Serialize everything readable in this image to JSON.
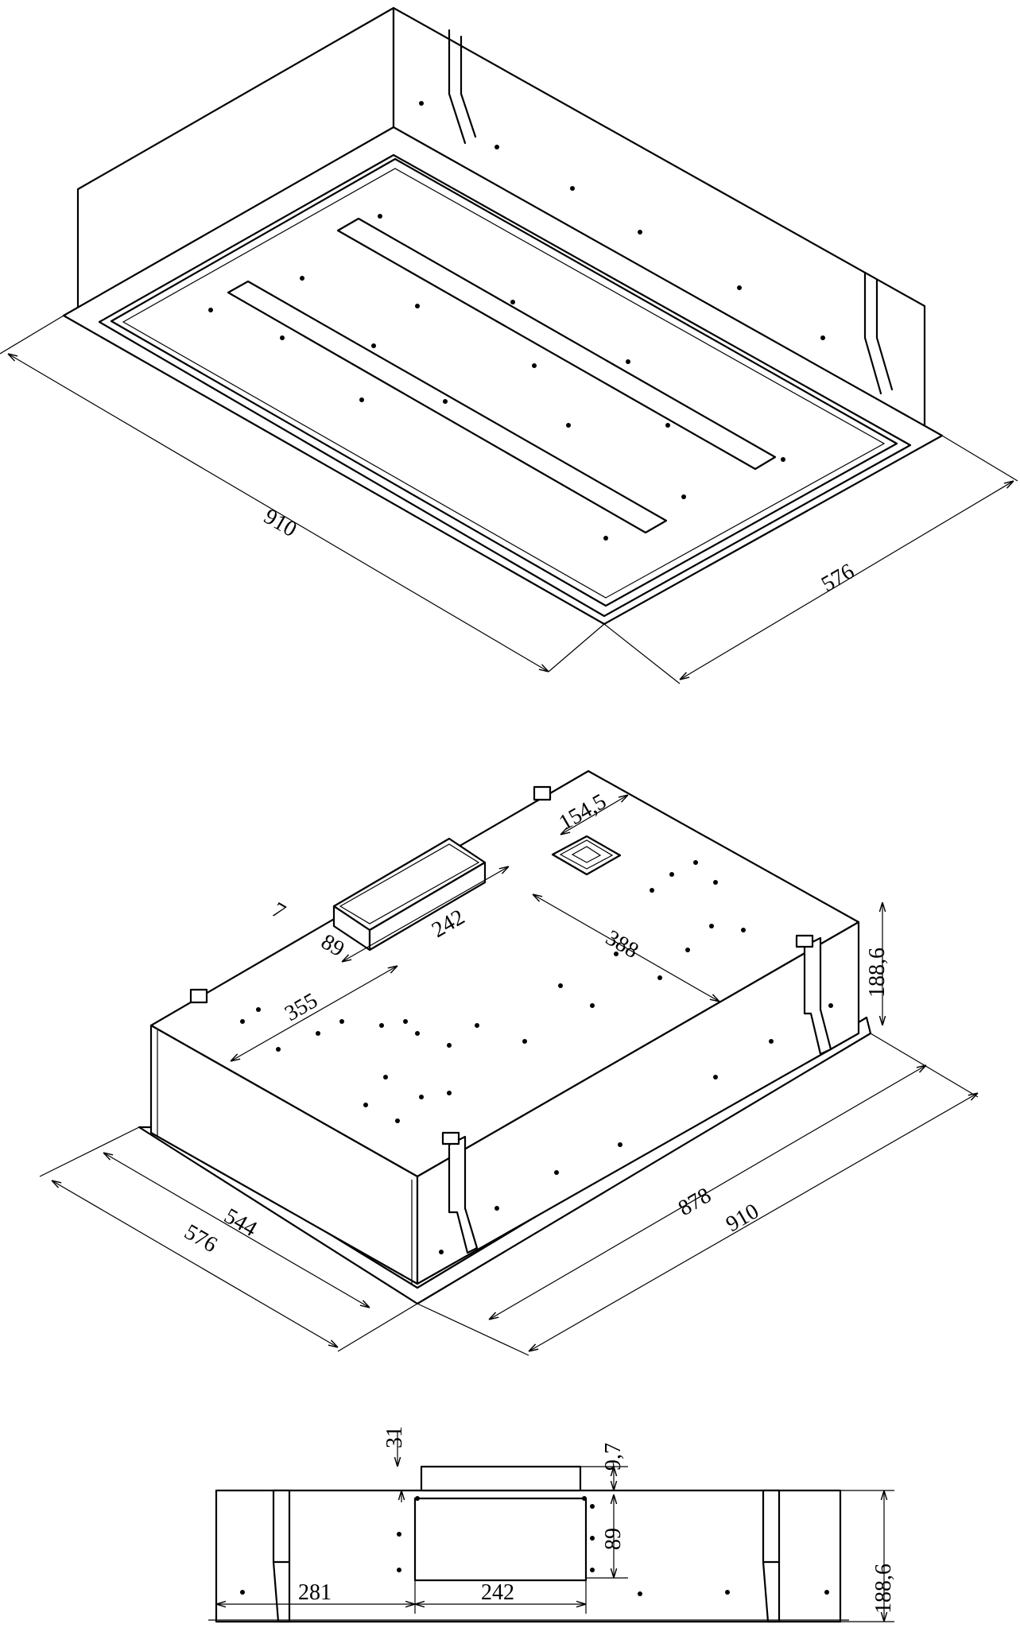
{
  "top_view": {
    "dim_length": "910",
    "dim_width": "576"
  },
  "mid_view": {
    "dim_outlet_width": "154,5",
    "dim_outlet_offset": "7",
    "dim_outlet_depth": "89",
    "dim_outlet_length": "242",
    "dim_outlet_pos": "388",
    "dim_pos_355": "355",
    "dim_height": "188,6",
    "dim_inner_width": "544",
    "dim_outer_width": "576",
    "dim_inner_length": "878",
    "dim_outer_length": "910"
  },
  "bottom_view": {
    "dim_31": "31",
    "dim_9_7": "9,7",
    "dim_89": "89",
    "dim_188_6": "188,6",
    "dim_281": "281",
    "dim_242": "242"
  }
}
